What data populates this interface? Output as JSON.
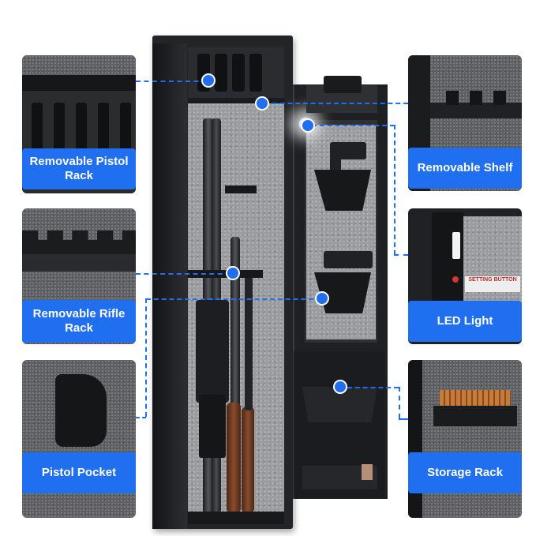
{
  "callouts": [
    {
      "id": "pistol-rack",
      "label": "Removable Pistol Rack"
    },
    {
      "id": "rifle-rack",
      "label": "Removable Rifle Rack"
    },
    {
      "id": "pistol-pocket",
      "label": "Pistol Pocket"
    },
    {
      "id": "shelf",
      "label": "Removable Shelf"
    },
    {
      "id": "led",
      "label": "LED Light"
    },
    {
      "id": "storage",
      "label": "Storage Rack"
    }
  ],
  "led_sticker": {
    "text": "SETTING BUTTON"
  },
  "colors": {
    "accent": "#1f6ff0",
    "safe_body": "#2a2b2e",
    "felt": "#9a9ca0"
  }
}
